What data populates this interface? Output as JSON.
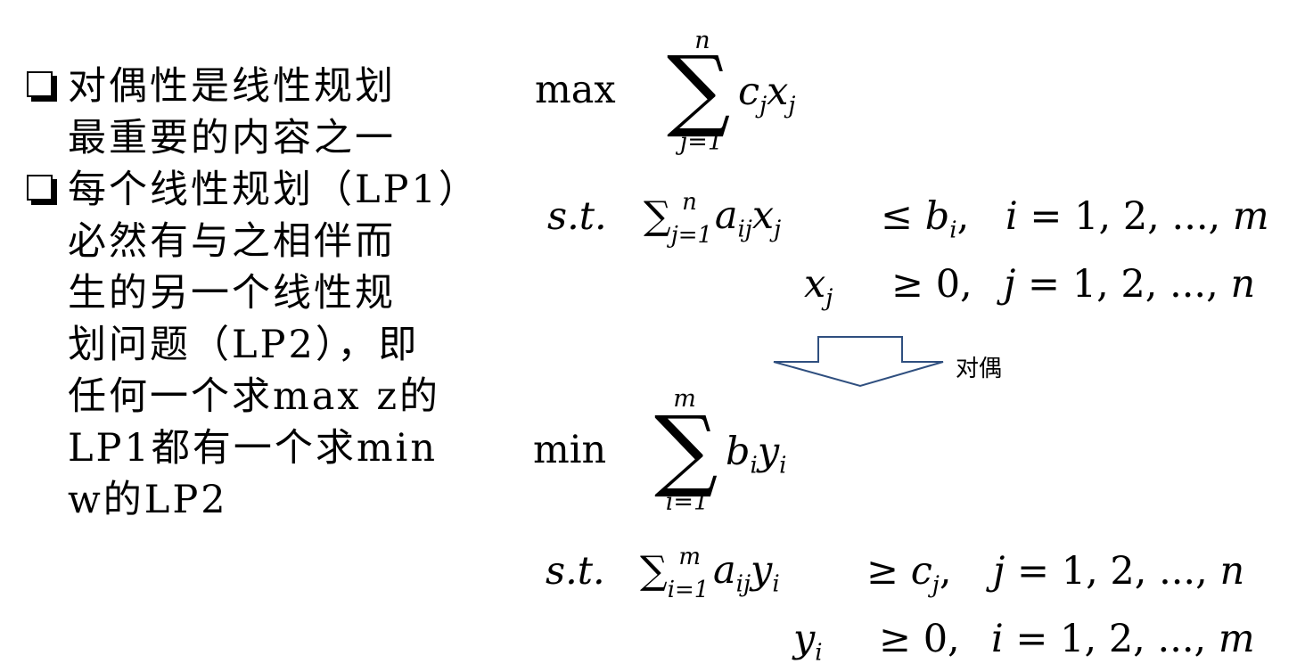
{
  "bullets": [
    {
      "lines": [
        "对偶性是线性规划",
        "最重要的内容之一"
      ]
    },
    {
      "lines": [
        "每个线性规划（LP1）",
        "必然有与之相伴而",
        "生的另一个线性规",
        "划问题（LP2），即",
        "任何一个求max z的",
        "LP1都有一个求min",
        "w的LP2"
      ]
    }
  ],
  "primal": {
    "objective_op": "max",
    "sum_upper": "n",
    "sum_lower": "j=1",
    "objective_term": "c_j x_j",
    "st": "s.t.",
    "constraint1_lhs": "∑_{j=1}^n a_ij x_j",
    "constraint1_rel": "≤ b_i,",
    "constraint1_range": "i = 1, 2, ..., m",
    "constraint2_lhs": "x_j",
    "constraint2_rel": "≥ 0,",
    "constraint2_range": "j = 1, 2, ..., n"
  },
  "arrow": {
    "label": "对偶"
  },
  "dual": {
    "objective_op": "min",
    "sum_upper": "m",
    "sum_lower": "i=1",
    "objective_term": "b_i y_i",
    "st": "s.t.",
    "constraint1_lhs": "∑_{i=1}^m a_ij y_i",
    "constraint1_rel": "≥ c_j,",
    "constraint1_range": "j = 1, 2, ..., n",
    "constraint2_lhs": "y_i",
    "constraint2_rel": "≥ 0,",
    "constraint2_range": "i = 1, 2, ..., m"
  }
}
